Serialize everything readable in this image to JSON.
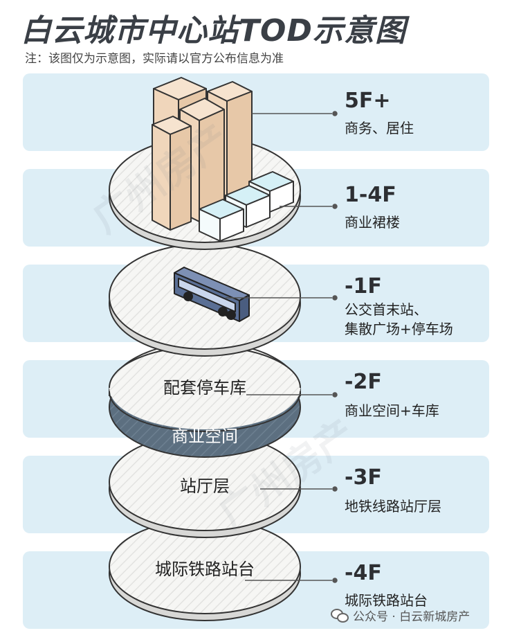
{
  "title": "白云城市中心站TOD示意图",
  "note": "注：该图仅为示意图，实际请以官方公布信息为准",
  "layers": [
    {
      "floor": "5F+",
      "desc": [
        "商务、居住"
      ]
    },
    {
      "floor": "1-4F",
      "desc": [
        "商业裙楼"
      ]
    },
    {
      "floor": "-1F",
      "desc": [
        "公交首末站、",
        "集散广场+停车场"
      ]
    },
    {
      "floor": "-2F",
      "desc": [
        "商业空间+车库"
      ]
    },
    {
      "floor": "-3F",
      "desc": [
        "地铁线路站厅层"
      ]
    },
    {
      "floor": "-4F",
      "desc": [
        "城际铁路站台"
      ]
    }
  ],
  "disc_labels": {
    "parking": "配套停车库",
    "commercial": "商业空间",
    "concourse": "站厅层",
    "platform": "城际铁路站台"
  },
  "watermark": "广州房产",
  "footer": "公众号 · 白云新城房产",
  "colors": {
    "band": "#ddeef6",
    "building": "#f3dcc4",
    "cube": "#e8f7fa",
    "bus": "#5a6f95",
    "dark_disc": "#5c6f80"
  },
  "icons": [
    "wechat-icon",
    "bus-icon"
  ]
}
